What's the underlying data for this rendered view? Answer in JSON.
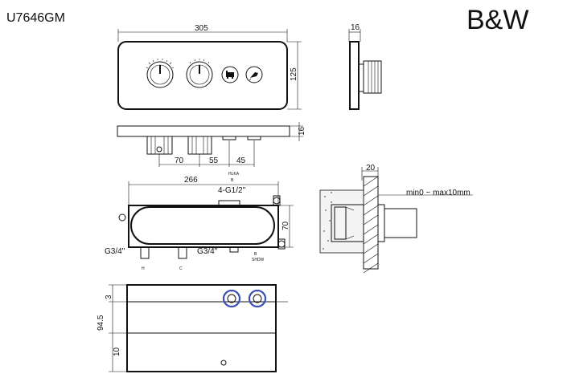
{
  "header": {
    "model_code": "U7646GM",
    "brand_logo": "B&W"
  },
  "front_view": {
    "width_label": "305",
    "height_label": "125",
    "icons": [
      "bath-icon",
      "shower-icon"
    ]
  },
  "side_view": {
    "depth_label": "16"
  },
  "top_view": {
    "thickness_label": "16",
    "spacing_labels": [
      "70",
      "55",
      "45"
    ]
  },
  "body_view": {
    "width_label": "266",
    "height_label": "70",
    "outlet_label": "4-G1/2\"",
    "inlet_left_label": "G3/4\"",
    "inlet_right_label": "G3/4\"",
    "small_marks": [
      "H",
      "C"
    ]
  },
  "wall_section": {
    "wall_label": "20",
    "range_label": "min0 ~ max10mm"
  },
  "bottom_view": {
    "labels": [
      "3",
      "94.5",
      "10"
    ]
  },
  "colors": {
    "line": "#111111",
    "highlight_ring": "#3a4fb4"
  }
}
